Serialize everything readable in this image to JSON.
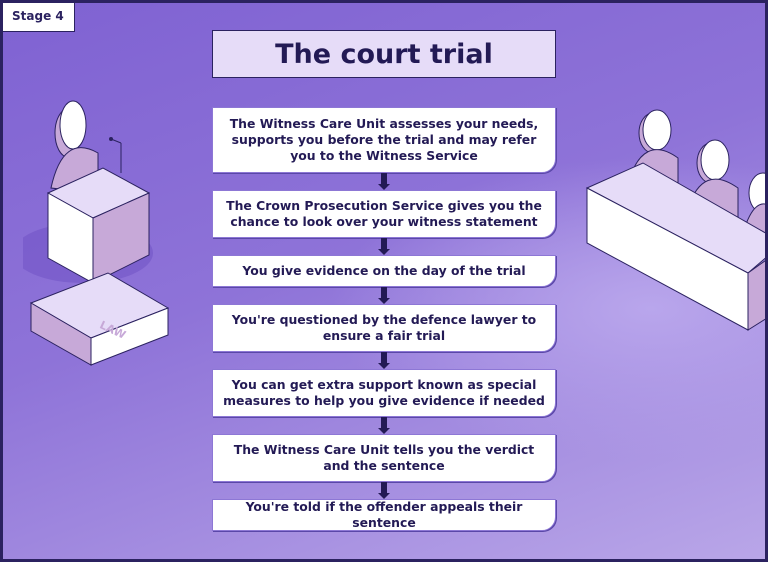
{
  "stage_label": "Stage 4",
  "title": "The court trial",
  "steps": [
    {
      "text": "The Witness Care Unit assesses your needs, supports you before the trial and may refer you to the Witness Service"
    },
    {
      "text": "The Crown Prosecution Service gives you the chance to look over your witness statement"
    },
    {
      "text": "You give evidence on the day of the trial"
    },
    {
      "text": "You're questioned by the defence lawyer to ensure a fair trial"
    },
    {
      "text": "You can get extra support known as special measures to help you give evidence if needed"
    },
    {
      "text": "The Witness Care Unit tells you the verdict and the sentence"
    },
    {
      "text": "You're told if the offender appeals their sentence"
    }
  ],
  "book_label": "LAW",
  "colors": {
    "background": "#8a6fd6",
    "frame": "#2b2260",
    "text": "#231a55",
    "title_box": "#e6dcf8"
  }
}
